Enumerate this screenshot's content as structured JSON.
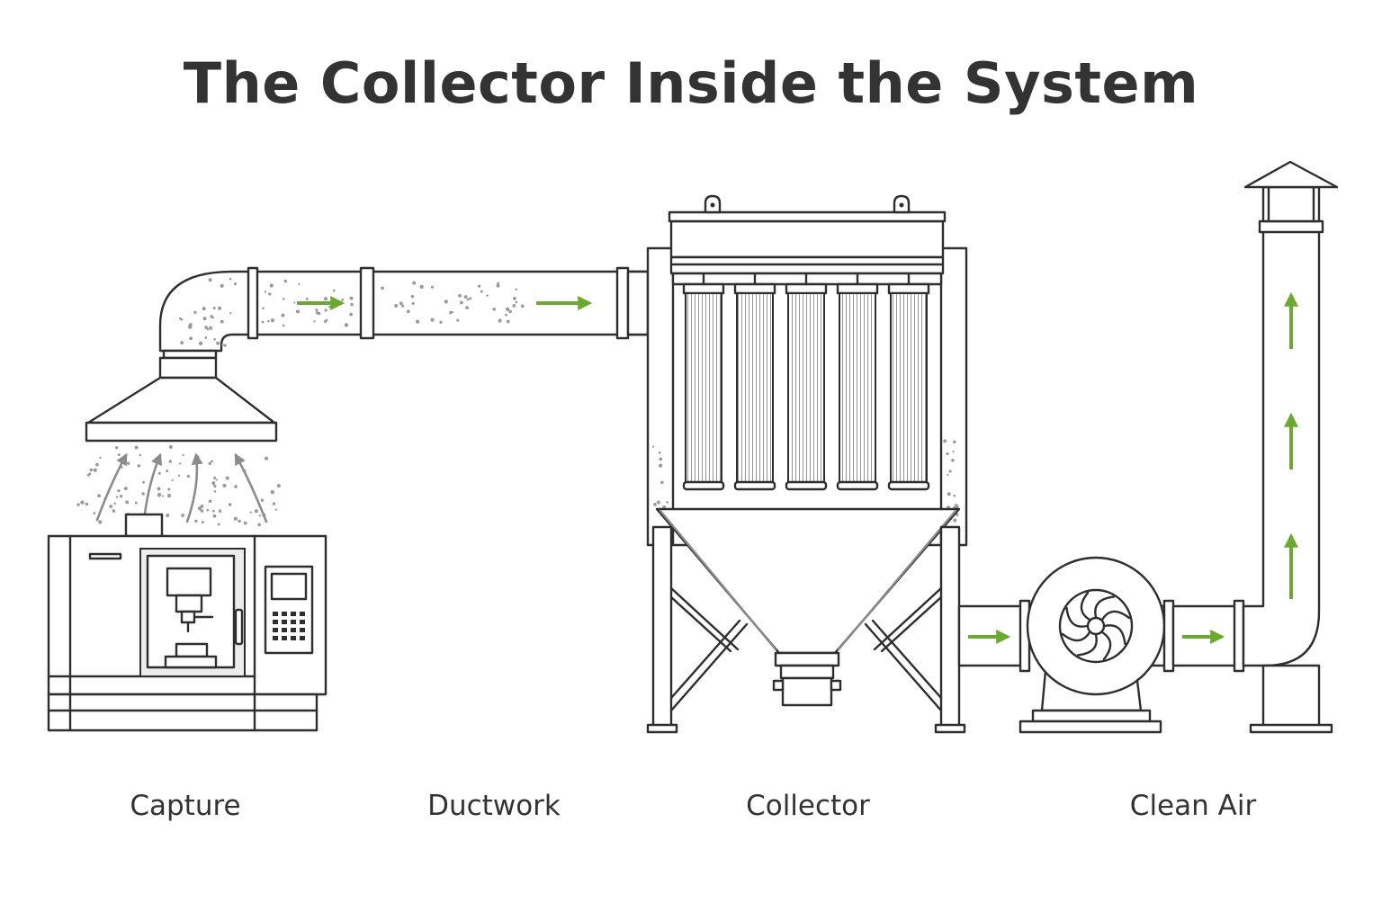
{
  "title": "The Collector Inside the System",
  "stages": [
    {
      "id": "capture",
      "label": "Capture"
    },
    {
      "id": "ductwork",
      "label": "Ductwork"
    },
    {
      "id": "collector",
      "label": "Collector"
    },
    {
      "id": "clean_air",
      "label": "Clean Air"
    }
  ],
  "colors": {
    "flow_arrow": "#6aab2e",
    "line": "#2e2e2e",
    "text": "#333333",
    "dust": "#9a9a9a",
    "rising_air": "#8c8c8c"
  },
  "icons": [
    "machining-center-icon",
    "capture-hood-icon",
    "duct-icon",
    "cartridge-filter-icon",
    "hopper-icon",
    "fan-icon",
    "exhaust-stack-icon",
    "flow-arrow-icon"
  ]
}
